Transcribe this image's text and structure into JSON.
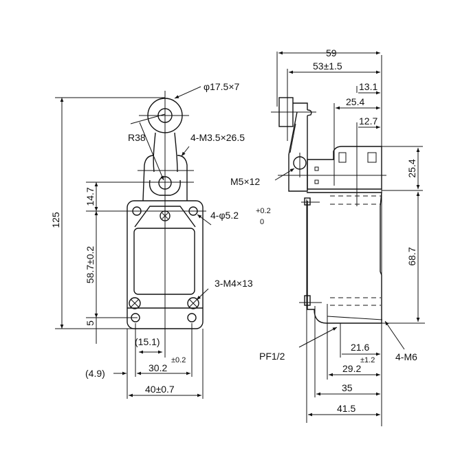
{
  "front_view": {
    "roller_dim": "φ17.5×7",
    "radius_dim": "R38",
    "lever_screw_dim": "4-M3.5×26.5",
    "height_total": "125",
    "height_upper": "14.7",
    "mount_hole_dim": "4-φ5.2",
    "mount_hole_tol_upper": "+0.2",
    "mount_hole_tol_lower": "0",
    "height_holes": "58.7±0.2",
    "terminal_screw_dim": "3-M4×13",
    "height_bottom": "5",
    "offset_center": "(15.1)",
    "hole_spacing": "30.2",
    "hole_spacing_tol": "±0.2",
    "offset_edge": "(4.9)",
    "width_total": "40±0.7"
  },
  "side_view": {
    "depth_total": "59",
    "depth_lever": "53±1.5",
    "dim_13_1": "13.1",
    "dim_25_4_top": "25.4",
    "dim_12_7": "12.7",
    "head_screw_dim": "M5×12",
    "head_height": "25.4",
    "body_height": "68.7",
    "conduit_dim": "PF1/2",
    "bottom_screw_dim": "4-M6",
    "dim_21_6": "21.6",
    "dim_29_2": "29.2",
    "dim_29_2_tol": "±1.2",
    "dim_35": "35",
    "dim_41_5": "41.5"
  }
}
